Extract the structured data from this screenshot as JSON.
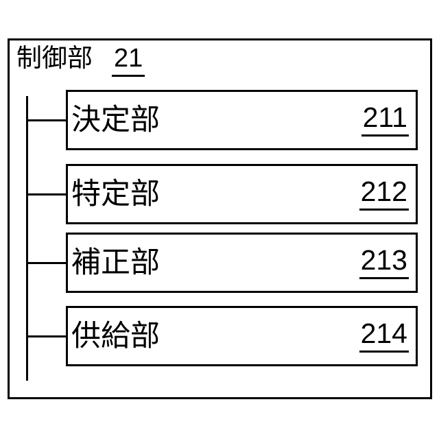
{
  "figure": {
    "colors": {
      "line": "#000000",
      "background": "#ffffff"
    },
    "parent": {
      "label": "制御部",
      "ref": "21"
    },
    "children": [
      {
        "label": "決定部",
        "ref": "211"
      },
      {
        "label": "特定部",
        "ref": "212"
      },
      {
        "label": "補正部",
        "ref": "213"
      },
      {
        "label": "供給部",
        "ref": "214"
      }
    ]
  }
}
